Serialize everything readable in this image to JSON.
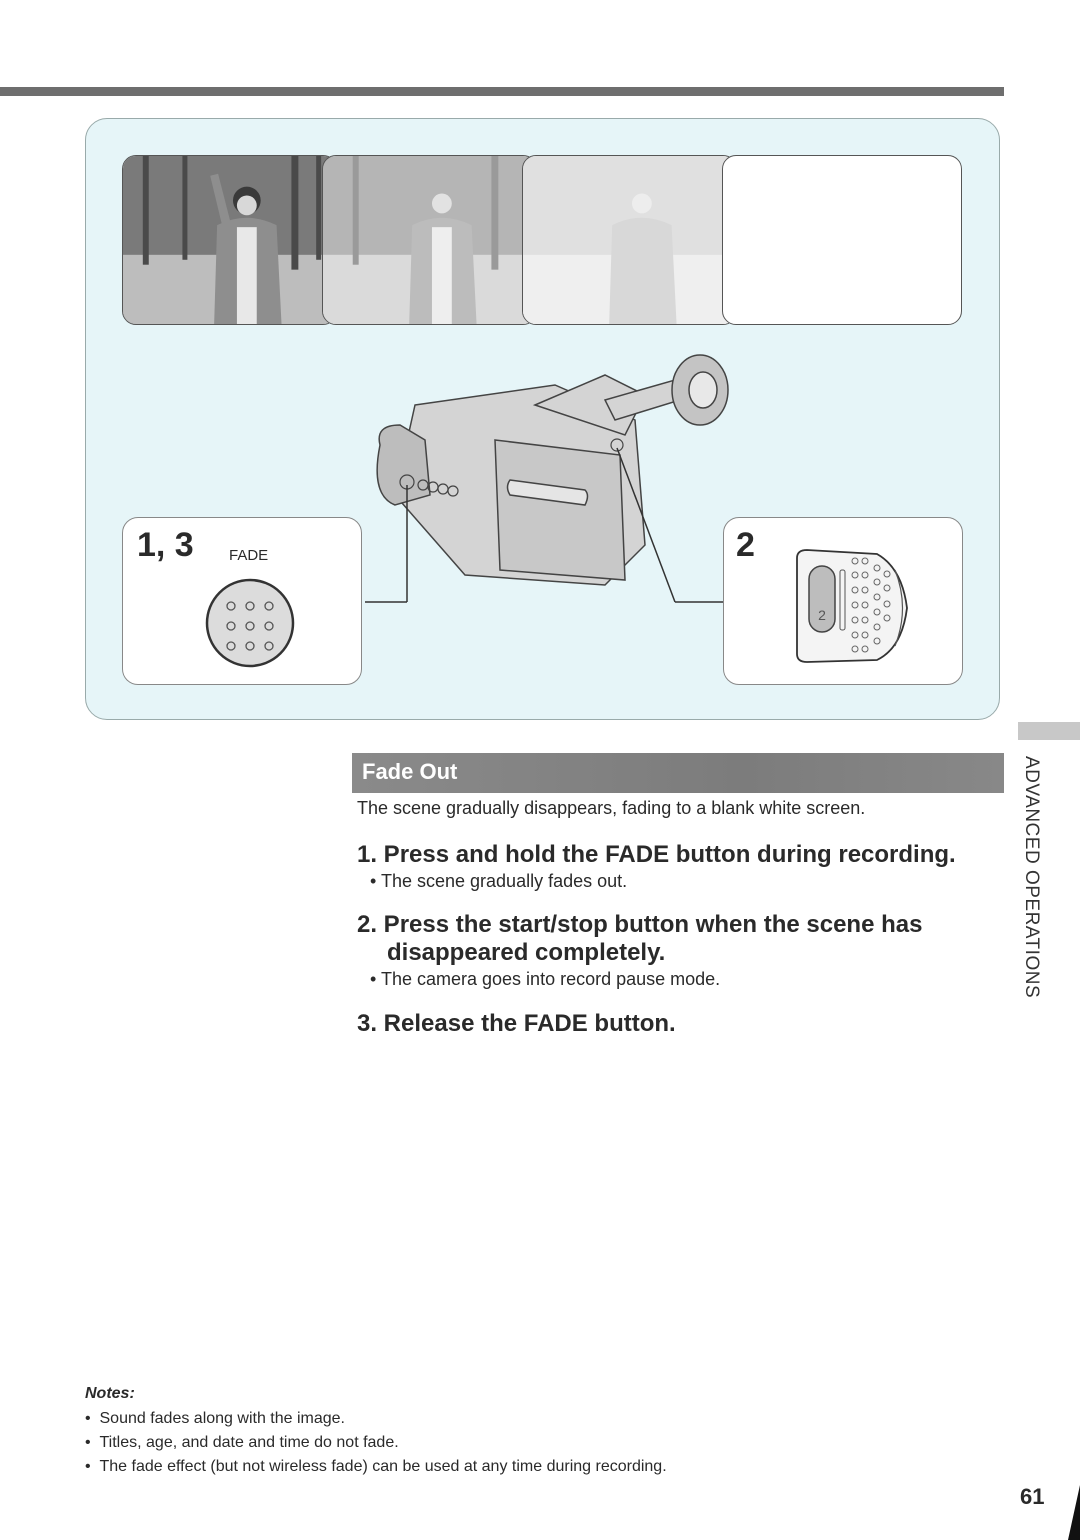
{
  "illustration": {
    "frames": [
      {
        "label": "full scene",
        "opacity": 1.0
      },
      {
        "label": "partially faded scene",
        "opacity": 0.55
      },
      {
        "label": "mostly faded scene",
        "opacity": 0.25
      },
      {
        "label": "blank white screen",
        "opacity": 0.0
      }
    ],
    "callout_left": {
      "number": "1, 3",
      "label": "FADE"
    },
    "callout_right": {
      "number": "2",
      "button_label": "2"
    }
  },
  "section": {
    "title": "Fade Out",
    "intro": "The scene gradually disappears, fading to a blank white screen."
  },
  "steps": [
    {
      "text": "1. Press and hold the FADE button during recording.",
      "bullet": "The scene gradually fades out."
    },
    {
      "text_line1": "2. Press the start/stop button when the scene has",
      "text_line2": "disappeared completely.",
      "bullet": "The camera goes into record pause mode."
    },
    {
      "text": "3. Release the FADE button."
    }
  ],
  "side_label": "ADVANCED OPERATIONS",
  "notes": {
    "title": "Notes:",
    "items": [
      "Sound fades along with the image.",
      "Titles, age, and date and time do not fade.",
      "The fade effect (but not wireless fade) can be used at any time during recording."
    ]
  },
  "page_number": "61",
  "colors": {
    "panel_bg": "#e6f5f8",
    "section_bar": "#808080",
    "text": "#2a2a2a"
  }
}
